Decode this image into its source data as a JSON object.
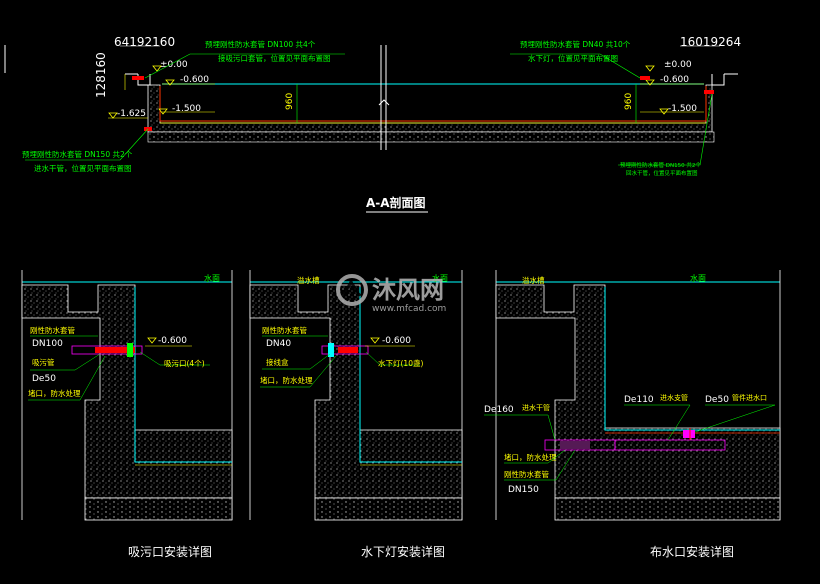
{
  "section_view": {
    "title": "A-A剖面图",
    "dim_left": "64192160",
    "dim_left_v": "128160",
    "dim_right": "16019264",
    "note_tl_1": "预埋刚性防水套管 DN100  共4个",
    "note_tl_2": "接吸污口套管，位置见平面布置图",
    "note_tr_1": "预埋刚性防水套管 DN40  共10个",
    "note_tr_2": "水下灯，位置见平面布置图",
    "note_bl_1": "预埋刚性防水套管 DN150  共2个",
    "note_bl_2": "进水干管，位置见平面布置图",
    "note_br_1": "预埋刚性防水套管 DN150  共2个",
    "note_br_2": "回水干管，位置见平面布置图",
    "lv_000_l": "±0.00",
    "lv_0600_l": "-0.600",
    "lv_1500_l": "-1.500",
    "lv_1625_l": "-1.625",
    "lv_000_r": "±0.00",
    "lv_0600_r": "-0.600",
    "lv_1500_r": "-1.500",
    "dim_960_l": "960",
    "dim_960_r": "960"
  },
  "detail1": {
    "title": "吸污口安装详图",
    "water": "水面",
    "n1": "刚性防水套管",
    "n2": "DN100",
    "n3": "吸污管",
    "n4": "De50",
    "n5": "堵口，防水处理",
    "n6": "吸污口(4个)",
    "lv": "-0.600"
  },
  "detail2": {
    "title": "水下灯安装详图",
    "water": "水面",
    "overflow": "溢水槽",
    "n1": "刚性防水套管",
    "n2": "DN40",
    "n3": "接线盒",
    "n4": "堵口，防水处理",
    "n5": "水下灯(10盏)",
    "lv": "-0.600"
  },
  "detail3": {
    "title": "布水口安装详图",
    "water": "水面",
    "overflow": "溢水槽",
    "n1": "De160",
    "n1b": "进水干管",
    "n2": "De110",
    "n2b": "进水支管",
    "n3": "De50",
    "n3b": "管件进水口",
    "n4": "堵口，防水处理",
    "n5": "刚性防水套管",
    "n6": "DN150"
  },
  "watermark": {
    "brand": "沐风网",
    "url": "www.mfcad.com"
  },
  "colors": {
    "background": "#000000",
    "concrete": "#ffffff",
    "water_line": "#00ffff",
    "level_marks": "#ffff00",
    "pipes": "#ff0000",
    "labels": "#00ff00",
    "watermark": "#b0b0b0"
  }
}
